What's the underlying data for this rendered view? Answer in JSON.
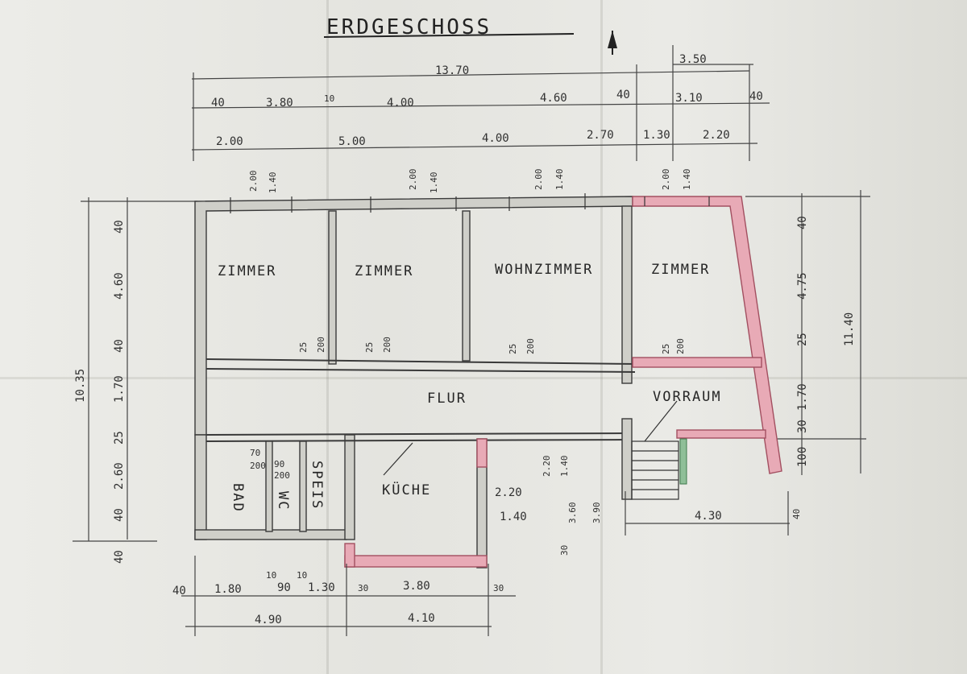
{
  "title": "ERDGESCHOSS",
  "rooms": {
    "zimmer1": "ZIMMER",
    "zimmer2": "ZIMMER",
    "wohnzimmer": "WOHNZIMMER",
    "zimmer3": "ZIMMER",
    "flur": "FLUR",
    "vorraum": "VORRAUM",
    "bad": "BAD",
    "wc": "WC",
    "speis": "SPEIS",
    "kueche": "KÜCHE"
  },
  "top_dims": {
    "total": "13.70",
    "right_total": "3.50",
    "row2": [
      "40",
      "3.80",
      "10",
      "4.00",
      "4.60",
      "40",
      "3.10",
      "40"
    ],
    "row3": [
      "2.00",
      "5.00",
      "4.00",
      "2.70",
      "1.30",
      "2.20"
    ],
    "windows": [
      "2.00",
      "1.40"
    ]
  },
  "left_dims": {
    "total": "10.35",
    "items": [
      "40",
      "4.60",
      "40",
      "1.70",
      "25",
      "2.60",
      "40",
      "40"
    ]
  },
  "right_dims": {
    "total": "11.40",
    "items": [
      "40",
      "4.75",
      "25",
      "1.70",
      "30",
      "100"
    ]
  },
  "bottom_dims": {
    "row1": [
      "40",
      "1.80",
      "10",
      "90",
      "10",
      "1.30",
      "30",
      "3.80",
      "30"
    ],
    "row2": [
      "4.90",
      "4.10"
    ]
  },
  "interior_dims": {
    "door": [
      "25",
      "200"
    ],
    "kueche": [
      "2.20",
      "1.40"
    ],
    "stair": [
      "2.20",
      "1.40",
      "3.60",
      "3.90",
      "30"
    ],
    "entrance": [
      "4.30",
      "40"
    ],
    "small": [
      "70",
      "200",
      "90",
      "200"
    ]
  },
  "colors": {
    "pencil": "#3a3a3a",
    "red_pencil": "#d9788a",
    "green_pencil": "#4a8a5a",
    "paper": "#e7e7e3"
  }
}
